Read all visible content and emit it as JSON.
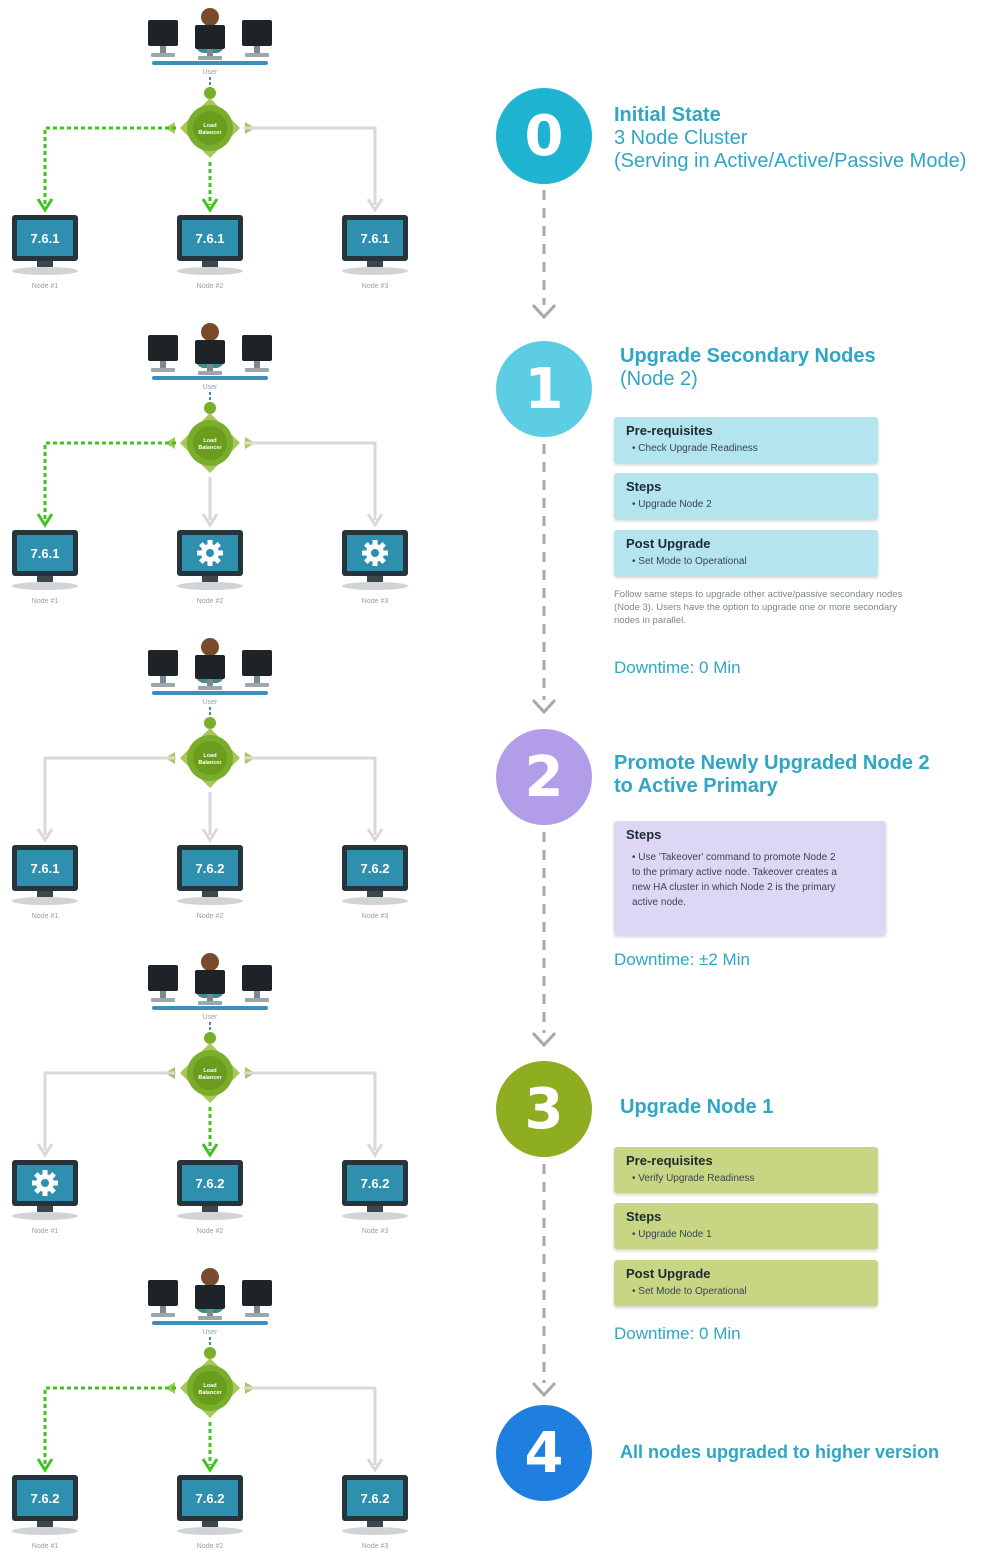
{
  "diagrams": [
    {
      "nodes": [
        {
          "label": "Node #1",
          "display": "7.6.1",
          "active": true
        },
        {
          "label": "Node #2",
          "display": "7.6.1",
          "active": true
        },
        {
          "label": "Node #3",
          "display": "7.6.1",
          "active": false
        }
      ]
    },
    {
      "nodes": [
        {
          "label": "Node #1",
          "display": "7.6.1",
          "active": true
        },
        {
          "label": "Node #2",
          "display": "gear",
          "active": false
        },
        {
          "label": "Node #3",
          "display": "gear",
          "active": false
        }
      ]
    },
    {
      "nodes": [
        {
          "label": "Node #1",
          "display": "7.6.1",
          "active": false
        },
        {
          "label": "Node #2",
          "display": "7.6.2",
          "active": false
        },
        {
          "label": "Node #3",
          "display": "7.6.2",
          "active": false
        }
      ]
    },
    {
      "nodes": [
        {
          "label": "Node #1",
          "display": "gear",
          "active": false
        },
        {
          "label": "Node #2",
          "display": "7.6.2",
          "active": true
        },
        {
          "label": "Node #3",
          "display": "7.6.2",
          "active": false
        }
      ]
    },
    {
      "nodes": [
        {
          "label": "Node #1",
          "display": "7.6.2",
          "active": true
        },
        {
          "label": "Node #2",
          "display": "7.6.2",
          "active": true
        },
        {
          "label": "Node #3",
          "display": "7.6.2",
          "active": false
        }
      ]
    }
  ],
  "user_label": "User",
  "lb_label": "Load Balancer",
  "steps": {
    "s0": {
      "num": "0",
      "title": "Initial State",
      "line2": "3 Node Cluster",
      "line3": "(Serving in Active/Active/Passive Mode)"
    },
    "s1": {
      "num": "1",
      "title": "Upgrade Secondary Nodes",
      "line2": "(Node 2)",
      "pre_h": "Pre-requisites",
      "pre_b": "• Check Upgrade Readiness",
      "steps_h": "Steps",
      "steps_b": "•  Upgrade Node 2",
      "post_h": "Post Upgrade",
      "post_b": "•  Set Mode to Operational",
      "note": "Follow same steps to upgrade other active/passive secondary nodes (Node 3). Users have the option to upgrade one or more secondary nodes in parallel.",
      "downtime": "Downtime: 0 Min"
    },
    "s2": {
      "num": "2",
      "title": "Promote Newly Upgraded Node 2",
      "line2": "to Active Primary",
      "steps_h": "Steps",
      "steps_b": "•  Use 'Takeover' command to promote Node 2 to the primary active node. Takeover creates a new HA cluster in which Node 2 is the primary active node.",
      "downtime": "Downtime: ±2 Min"
    },
    "s3": {
      "num": "3",
      "title": "Upgrade Node 1",
      "pre_h": "Pre-requisites",
      "pre_b": "• Verify Upgrade Readiness",
      "steps_h": "Steps",
      "steps_b": "•  Upgrade Node 1",
      "post_h": "Post Upgrade",
      "post_b": "•  Set Mode to Operational",
      "downtime": "Downtime: 0 Min"
    },
    "s4": {
      "num": "4",
      "title": "All nodes upgraded to higher version"
    }
  },
  "colors": {
    "cyan": "#1fb3d2",
    "light_cyan": "#5ccde2",
    "purple": "#b19de8",
    "olive": "#8fad21",
    "blue": "#1f7fe0",
    "active_arrow": "#3cc51c",
    "inactive_arrow": "#d9d9d9",
    "lb_green": "#7aad2a"
  }
}
